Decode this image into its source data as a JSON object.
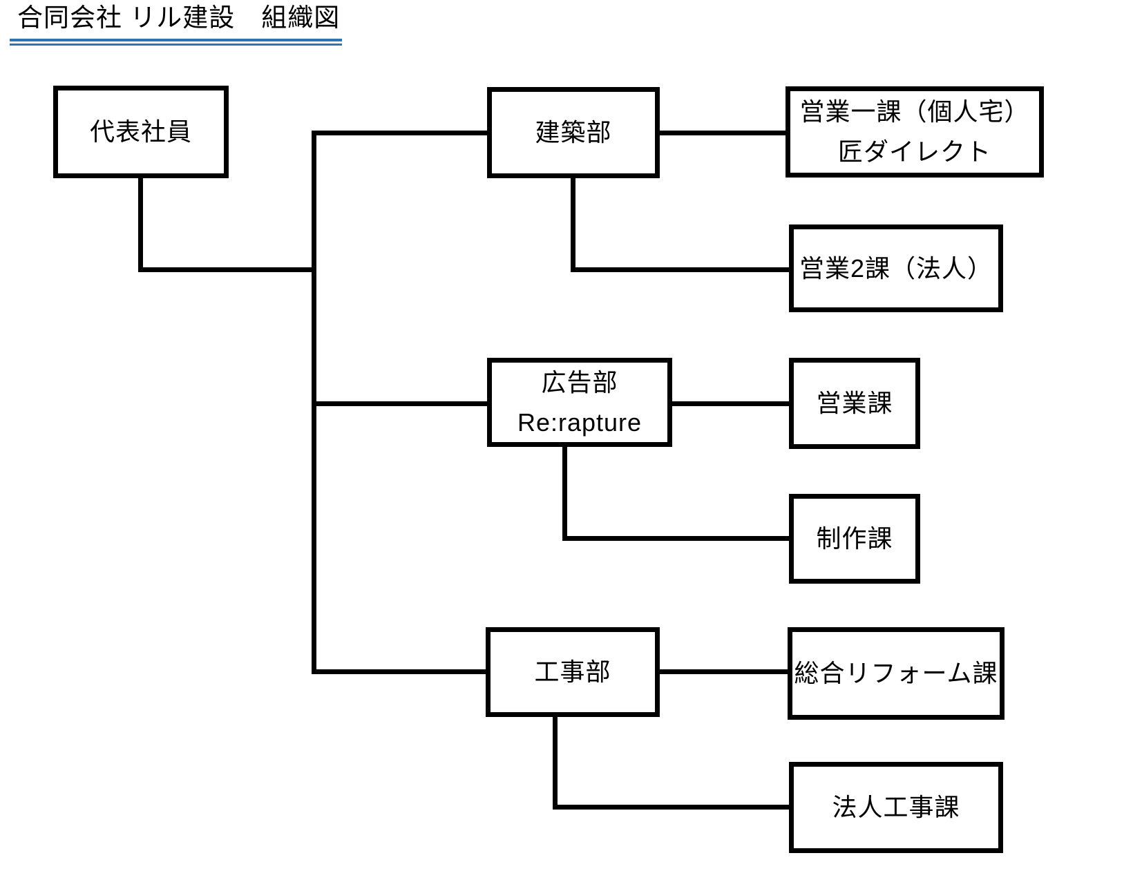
{
  "title": {
    "text": "合同会社 リル建設　組織図",
    "underline_color": "#2E74B5"
  },
  "colors": {
    "text": "#000000",
    "box_border": "#000000",
    "connector": "#000000",
    "background": "#ffffff"
  },
  "org_chart": {
    "root": {
      "lines": [
        "代表社員"
      ]
    },
    "departments": [
      {
        "lines": [
          "建築部"
        ],
        "children": [
          {
            "lines": [
              "営業一課（個人宅）",
              "匠ダイレクト"
            ]
          },
          {
            "lines": [
              "営業2課（法人）"
            ]
          }
        ]
      },
      {
        "lines": [
          "広告部",
          "Re:rapture"
        ],
        "children": [
          {
            "lines": [
              "営業課"
            ]
          },
          {
            "lines": [
              "制作課"
            ]
          }
        ]
      },
      {
        "lines": [
          "工事部"
        ],
        "children": [
          {
            "lines": [
              "総合リフォーム課"
            ]
          },
          {
            "lines": [
              "法人工事課"
            ]
          }
        ]
      }
    ]
  }
}
